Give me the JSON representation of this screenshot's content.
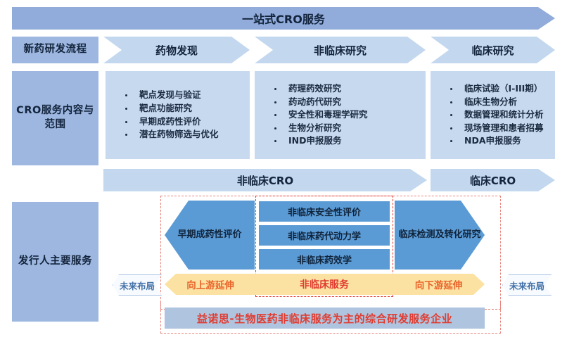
{
  "title": {
    "text": "一站式CRO服务"
  },
  "process_row": {
    "label": "新药研发流程",
    "stages": [
      {
        "label": "药物发现"
      },
      {
        "label": "非临床研究"
      },
      {
        "label": "临床研究"
      }
    ]
  },
  "cro_scope_row": {
    "label": "CRO服务内容与范围",
    "columns": [
      {
        "items": [
          "靶点发现与验证",
          "靶点功能研究",
          "早期成药性评价",
          "潜在药物筛选与优化"
        ]
      },
      {
        "items": [
          "药理药效研究",
          "药动药代研究",
          "安全性和毒理学研究",
          "生物分析研究",
          "IND申报服务"
        ]
      },
      {
        "items": [
          "临床试验（I-III期）",
          "临床生物分析",
          "数据管理和统计分析",
          "现场管理和患者招募",
          "NDA申报服务"
        ]
      }
    ]
  },
  "cro_band_row": {
    "bands": [
      {
        "label": "非临床CRO"
      },
      {
        "label": "临床CRO"
      }
    ]
  },
  "issuer_row": {
    "label": "发行人主要服务",
    "left_arrow": "早期成药性评价",
    "middle_bars": [
      "非临床安全性评价",
      "非临床药代动力学",
      "非临床药效学"
    ],
    "right_arrow": "临床检测及转化研究",
    "extension": {
      "future_left": "未来布局",
      "upstream": "向上游延伸",
      "core": "非临床服务",
      "downstream": "向下游延伸",
      "future_right": "未来布局"
    },
    "summary": "益诺思-生物医药非临床服务为主的综合研发服务企业"
  },
  "colors": {
    "header_blue": "#91ACDB",
    "label_blue": "#9DB7E0",
    "light_blue": "#C3D8EF",
    "panel_blue": "#C6D9EF",
    "accent_blue": "#5B9BD5",
    "yellow": "#FCE2A2",
    "orange_text": "#E8632A",
    "red": "#E03C31",
    "pink_dash": "#E8837A",
    "summary_bg": "#AFC4DE"
  }
}
